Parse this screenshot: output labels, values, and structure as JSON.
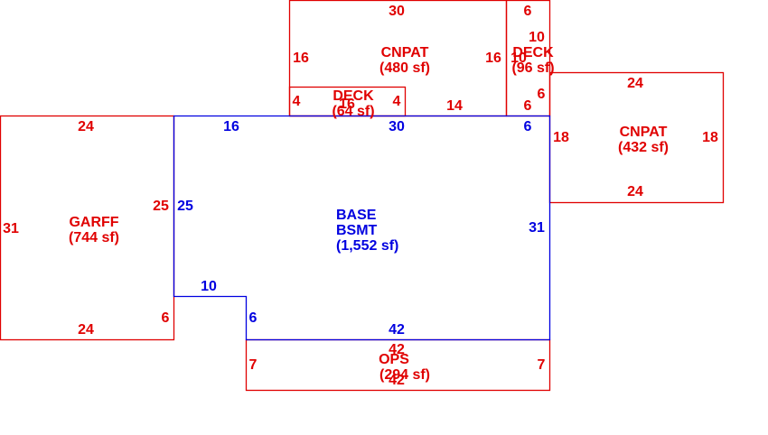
{
  "colors": {
    "addition": "#e00000",
    "base": "#0000e0",
    "background": "#ffffff"
  },
  "areas": {
    "cnpat_top": {
      "name": "CNPAT",
      "area": "(480 sf)"
    },
    "deck_right": {
      "name": "DECK",
      "area": "(96 sf)"
    },
    "deck_small": {
      "name": "DECK",
      "area": "(64 sf)"
    },
    "cnpat_right": {
      "name": "CNPAT",
      "area": "(432 sf)"
    },
    "garff": {
      "name": "GARFF",
      "area": "(744 sf)"
    },
    "base": {
      "name": "BASE",
      "name2": "BSMT",
      "area": "(1,552 sf)"
    },
    "ops": {
      "name": "OPS",
      "area": "(294 sf)"
    }
  },
  "dims": {
    "cnpat_top_top": "30",
    "cnpat_top_left": "16",
    "cnpat_top_right": "16",
    "cnpat_top_bottom": "14",
    "deck_right_top": "6",
    "deck_right_side": "10",
    "deck_right_side_overlap": "10",
    "deck_right_low1": "6",
    "deck_right_low2": "6",
    "deck_small_left": "4",
    "deck_small_right": "4",
    "deck_small_overlap": "16",
    "cnpat_right_top": "24",
    "cnpat_right_left": "18",
    "cnpat_right_right": "18",
    "cnpat_right_bottom": "24",
    "garff_top": "24",
    "garff_left": "31",
    "garff_right": "25",
    "garff_bottom": "24",
    "garff_corner": "6",
    "base_top_left": "16",
    "base_top_mid": "30",
    "base_top_right": "6",
    "base_left": "25",
    "base_right": "31",
    "base_step_top": "10",
    "base_step_side": "6",
    "base_bottom": "42",
    "ops_top": "42",
    "ops_left": "7",
    "ops_right": "7",
    "ops_bottom": "42"
  }
}
